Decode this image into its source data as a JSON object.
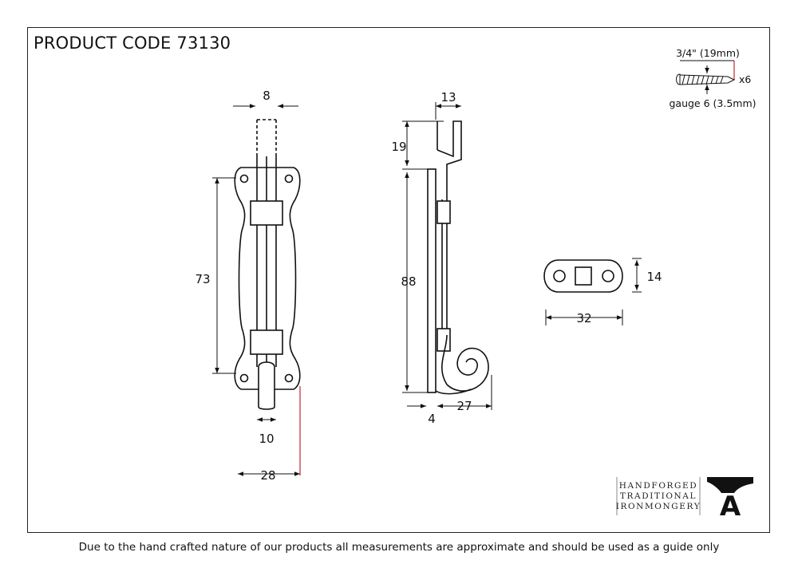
{
  "header": {
    "product_code": "PRODUCT CODE 73130"
  },
  "footer": {
    "disclaimer": "Due to the hand crafted nature of our products all measurements are approximate and should be used as a guide only"
  },
  "dimensions": {
    "bolt_width": "8",
    "height": "73",
    "handle_width": "10",
    "overall_width": "28",
    "top_offset": "19",
    "side_height": "88",
    "side_top": "13",
    "side_base": "4",
    "side_depth": "27",
    "keep_height": "14",
    "keep_width": "32"
  },
  "screw": {
    "length": "3/4\" (19mm)",
    "quantity": "x6",
    "gauge": "gauge 6 (3.5mm)"
  },
  "brand": {
    "line1": "HANDFORGED",
    "line2": "TRADITIONAL",
    "line3": "IRONMONGERY",
    "logo_letter": "A"
  },
  "colors": {
    "accent": "#c0282d",
    "ink": "#111111"
  }
}
